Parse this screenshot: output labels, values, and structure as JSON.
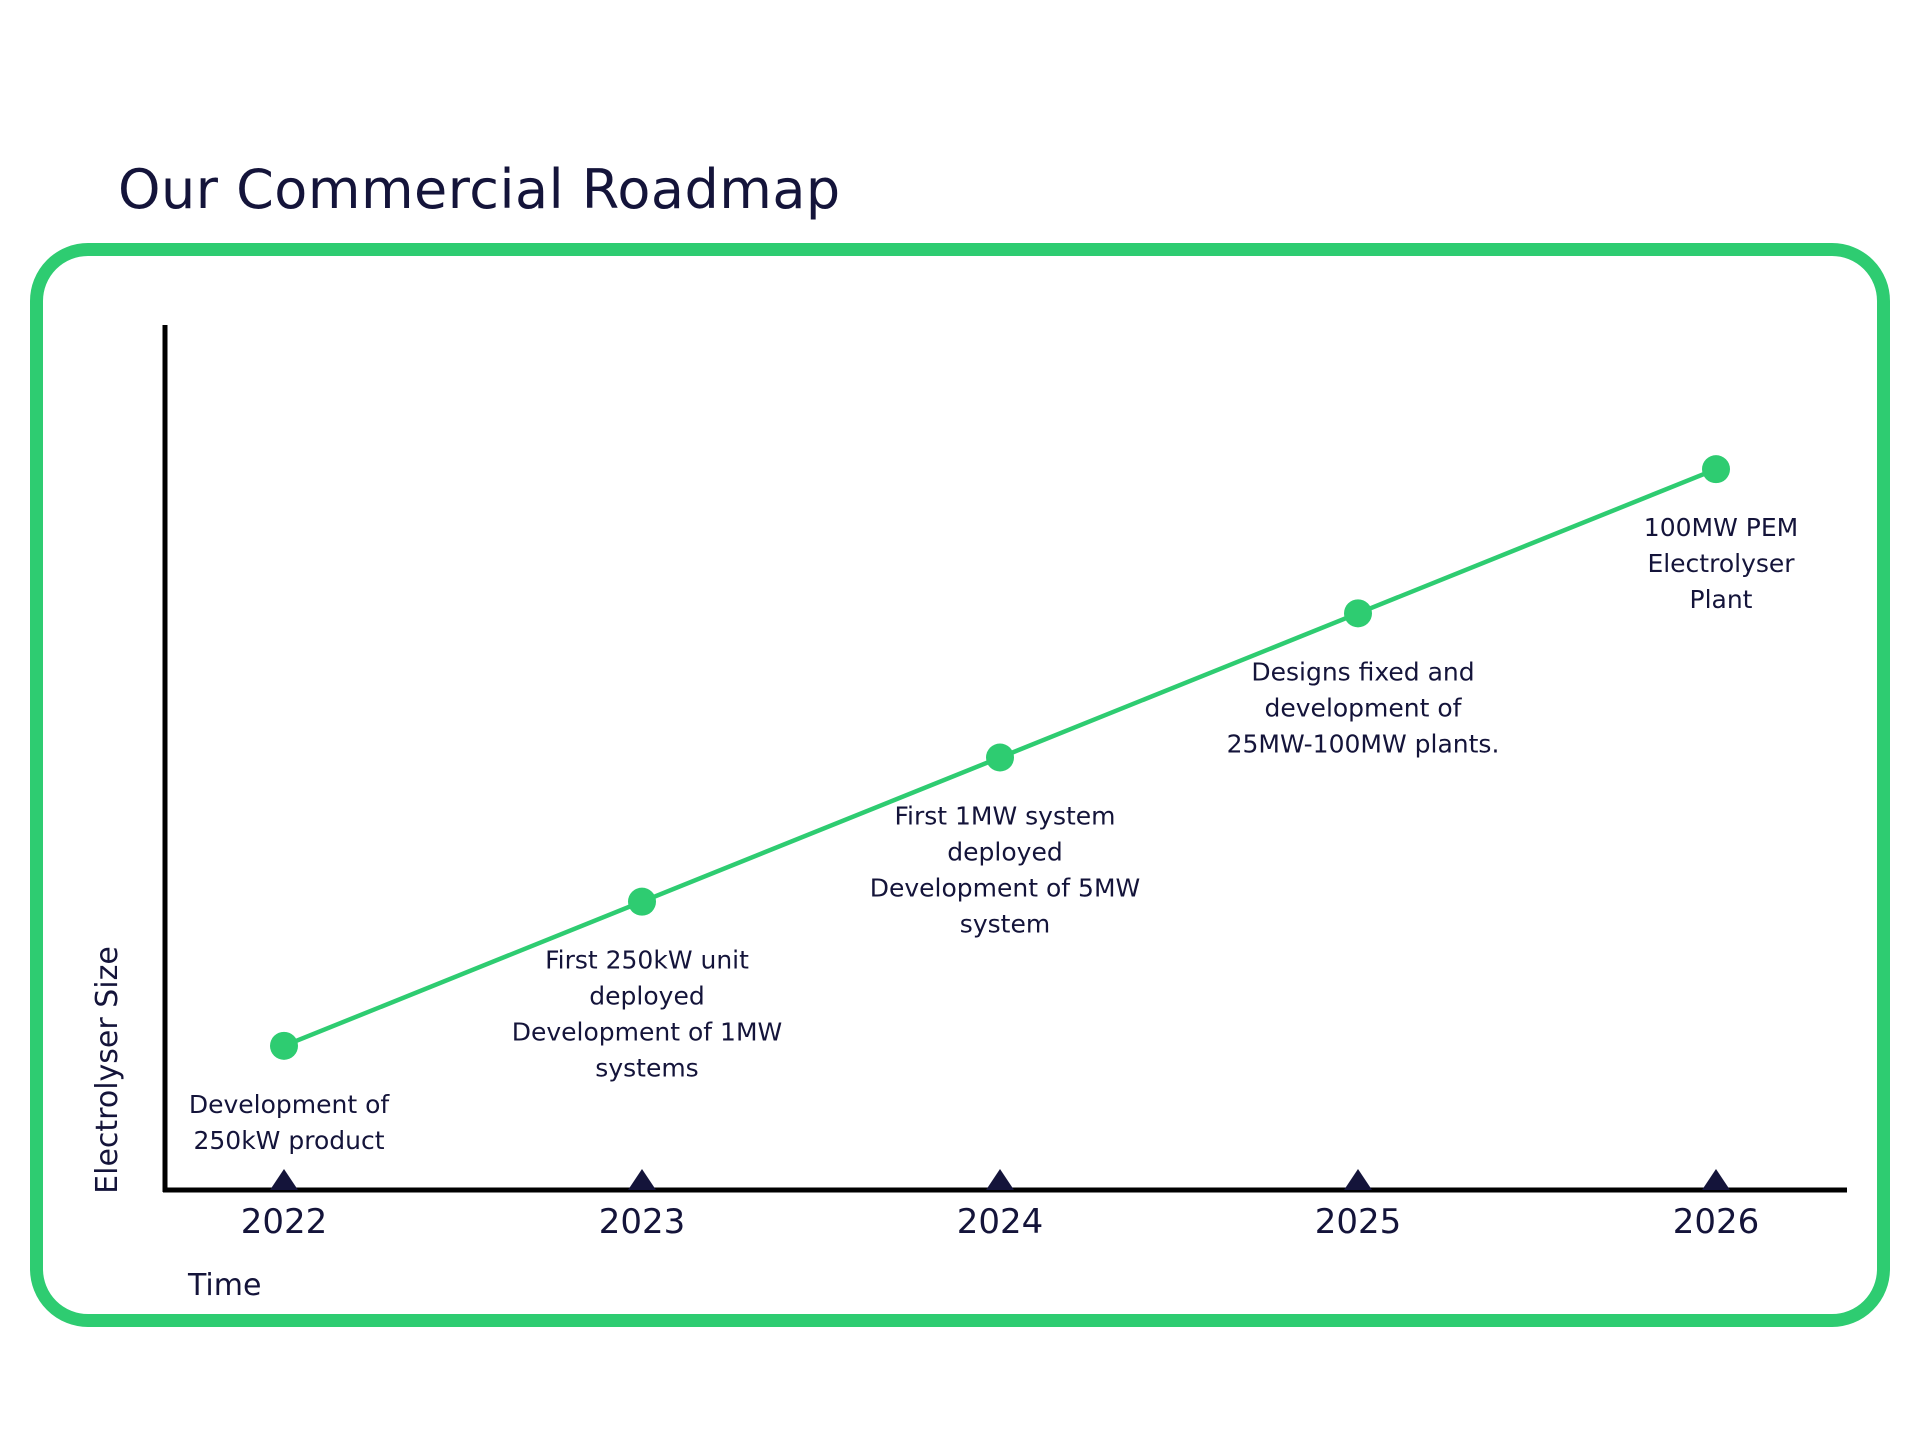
{
  "title": "Our Commercial Roadmap",
  "colors": {
    "accent": "#2ecc71",
    "text": "#14143a",
    "axis": "#000000",
    "tick_marker": "#14143a"
  },
  "chart_data": {
    "type": "line",
    "title": "Our Commercial Roadmap",
    "xlabel": "Time",
    "ylabel": "Electrolyser Size",
    "categories": [
      "2022",
      "2023",
      "2024",
      "2025",
      "2026"
    ],
    "series": [
      {
        "values": [
          1,
          2,
          3,
          4,
          5
        ]
      }
    ],
    "ylim": [
      0,
      6
    ],
    "grid": false,
    "legend": "none",
    "annotations": [
      {
        "x": "2022",
        "lines": [
          "Development of",
          "250kW product"
        ],
        "position": "below"
      },
      {
        "x": "2023",
        "lines": [
          "First 250kW unit",
          "deployed",
          "Development of 1MW",
          "systems"
        ],
        "position": "below"
      },
      {
        "x": "2024",
        "lines": [
          "First 1MW system",
          "deployed",
          "Development of 5MW",
          "system"
        ],
        "position": "below"
      },
      {
        "x": "2025",
        "lines": [
          "Designs fixed and",
          "development of",
          "25MW-100MW plants."
        ],
        "position": "below"
      },
      {
        "x": "2026",
        "lines": [
          "100MW PEM",
          "Electrolyser",
          "Plant"
        ],
        "position": "below"
      }
    ]
  }
}
